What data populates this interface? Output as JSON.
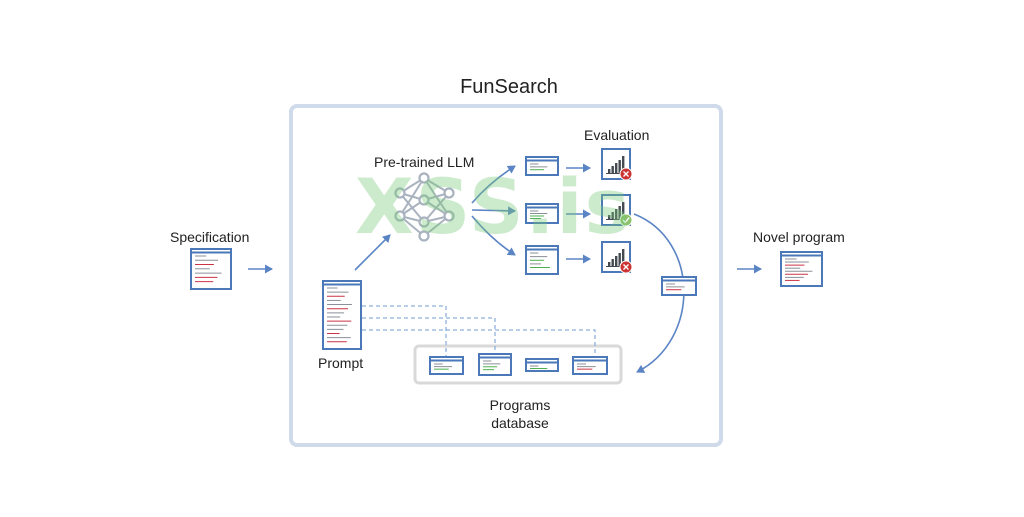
{
  "title": "FunSearch",
  "labels": {
    "specification": "Specification",
    "novel_program": "Novel program",
    "pretrained_llm": "Pre-trained LLM",
    "evaluation": "Evaluation",
    "prompt": "Prompt",
    "programs_database": "Programs database"
  },
  "watermark": "XSS.is",
  "colors": {
    "frame": "#cfdaea",
    "doc_border": "#4a78b8",
    "arrow": "#5b84c4",
    "network": "#a9b3bf",
    "fail": "#cc3333",
    "pass": "#8cc26a",
    "database": "#d9d9d9",
    "watermark": "#78c878"
  }
}
